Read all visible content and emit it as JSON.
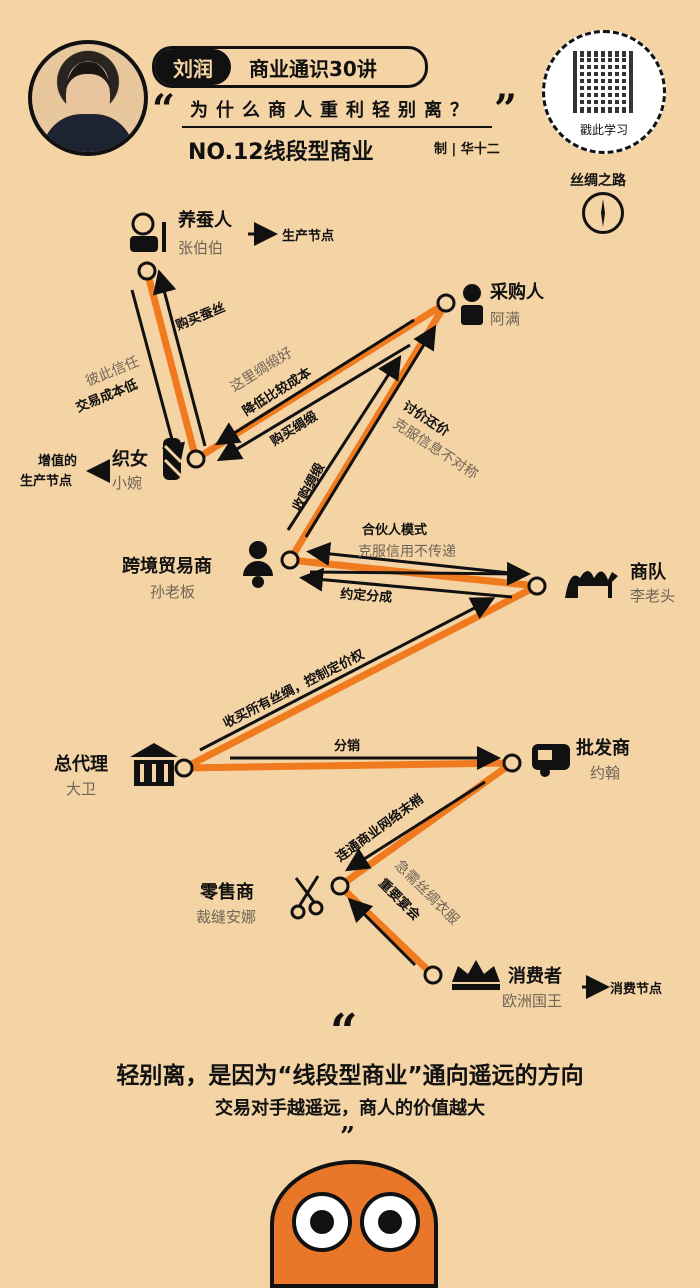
{
  "header": {
    "author": "刘润",
    "series": "商业通识30讲",
    "question": "为什么商人重利轻别离？",
    "lesson": "NO.12线段型商业",
    "credit": "制 | 华十二",
    "qr_label": "戳此学习",
    "silk_road": "丝绸之路"
  },
  "colors": {
    "background": "#f4d3a4",
    "accent": "#f07a1e",
    "ink": "#111111"
  },
  "nodes": [
    {
      "role": "养蚕人",
      "name": "张伯伯",
      "note": "生产节点"
    },
    {
      "role": "织女",
      "name": "小婉",
      "note": "增值的生产节点"
    },
    {
      "role": "采购人",
      "name": "阿满"
    },
    {
      "role": "跨境贸易商",
      "name": "孙老板"
    },
    {
      "role": "商队",
      "name": "李老头"
    },
    {
      "role": "总代理",
      "name": "大卫"
    },
    {
      "role": "批发商",
      "name": "约翰"
    },
    {
      "role": "零售商",
      "name": "裁缝安娜"
    },
    {
      "role": "消费者",
      "name": "欧洲国王",
      "note": "消费节点"
    }
  ],
  "note_split": [
    "增值的",
    "生产节点"
  ],
  "edges": {
    "buy_silk": "购买蚕丝",
    "trust": "彼此信任",
    "low_cost": "交易成本低",
    "good_silk": "这里绸缎好",
    "compare_cost": "降低比较成本",
    "buy_satin": "购买绸缎",
    "collect_satin": "收购绸缎",
    "bargain": "讨价还价",
    "info_asym": "克服信息不对称",
    "partner": "合伙人模式",
    "credit": "克服信用不传递",
    "share": "约定分成",
    "control": "收买所有丝绸，控制定价权",
    "distribute": "分销",
    "network": "连通商业网络末梢",
    "banquet": "重要宴会",
    "need_clothes": "急需丝绸衣服"
  },
  "footer": {
    "line1": "轻别离，是因为“线段型商业”通向遥远的方向",
    "line2": "交易对手越遥远，商人的价值越大",
    "open_quote": "“",
    "close_quote": "”"
  }
}
